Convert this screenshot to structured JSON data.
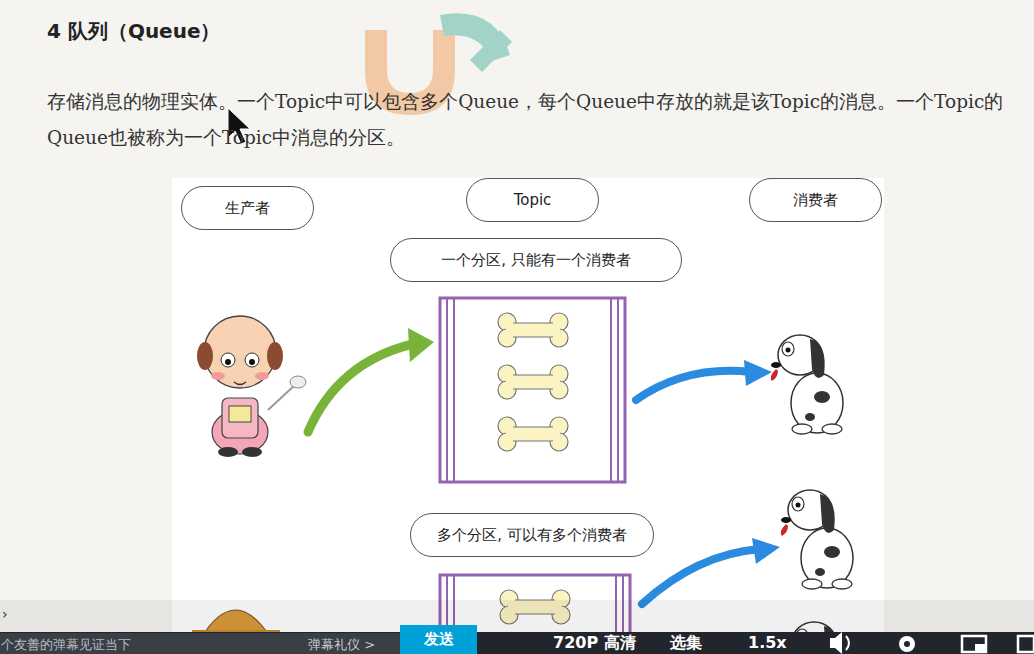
{
  "diagram": {
    "title": "4 队列（Queue）",
    "nodes": [
      {
        "text": [
          "生产者"
        ]
      },
      {
        "text": [
          "Topic"
        ]
      },
      {
        "text": [
          "消费者"
        ]
      },
      {
        "text": [
          "一个分区, 只能有一个消费者"
        ]
      },
      {
        "text": [
          "多个分区, 可以有多个消费者"
        ]
      }
    ],
    "labels": [
      "存储消息的物理实体。一个Topic中可以包含多个Queue，每个Queue中存放的就是该Topic的消息。一个Topic的Queue也被称为一个Topic中消息的分区。",
      "›",
      "个友善的弹幕见证当下",
      "弹幕礼仪 >",
      "发送",
      "720P 高清",
      "选集",
      "1.5x"
    ]
  }
}
